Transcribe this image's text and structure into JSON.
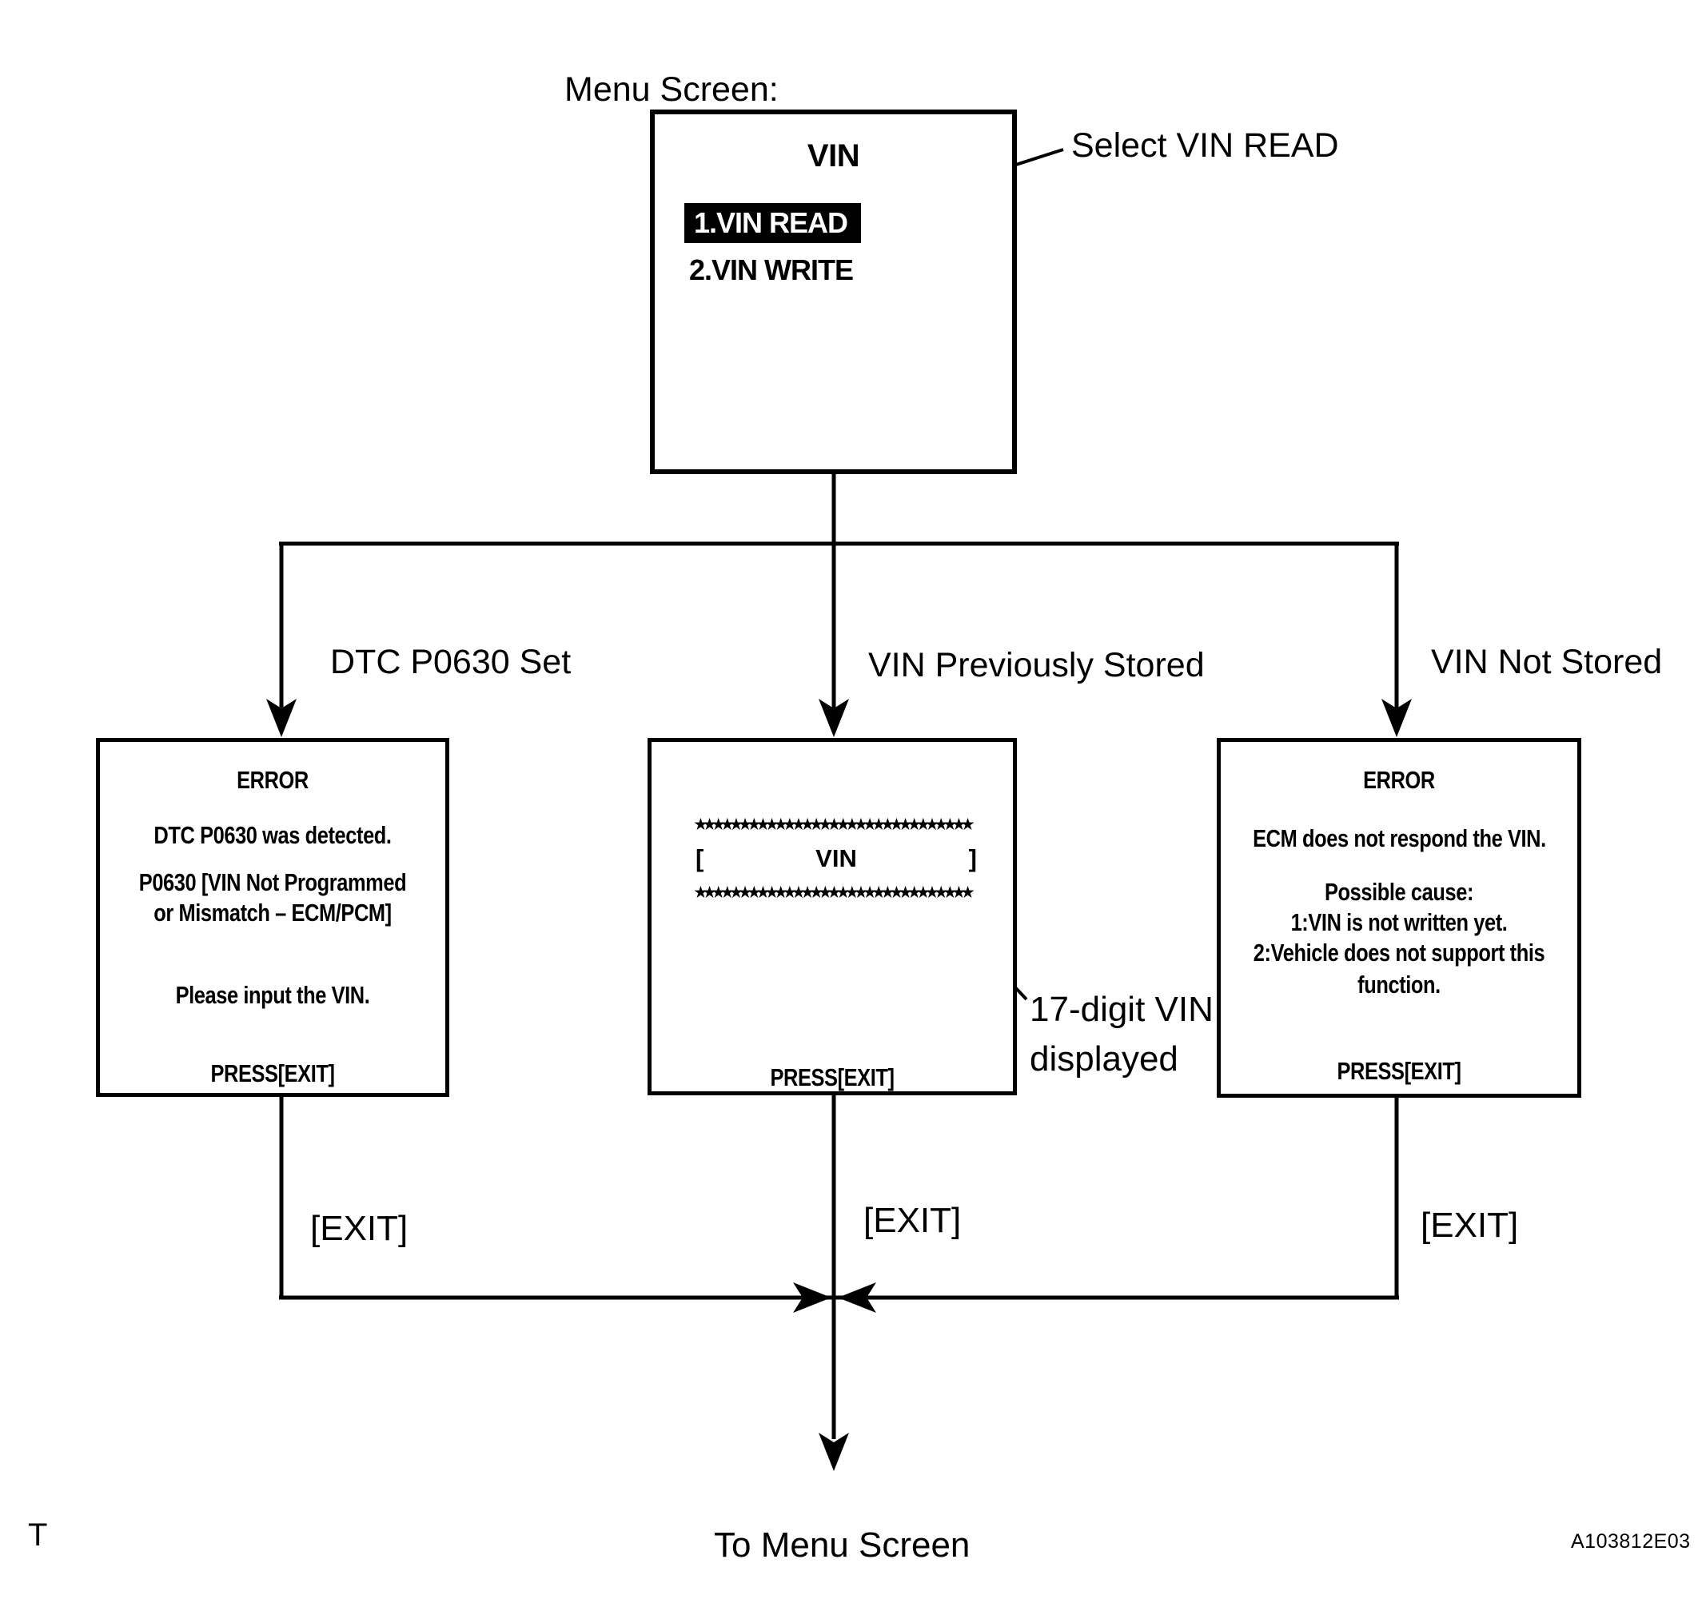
{
  "page": {
    "header_label": "Menu Screen:",
    "footer_label": "To Menu Screen",
    "page_letter": "T",
    "figure_code": "A103812E03"
  },
  "colors": {
    "ink": "#000000",
    "paper": "#ffffff",
    "highlight_bg": "#000000",
    "highlight_fg": "#ffffff"
  },
  "menu": {
    "title": "VIN",
    "item1": "1.VIN READ",
    "item2": "2.VIN WRITE",
    "callout": "Select VIN READ"
  },
  "branches": {
    "left": {
      "condition": "DTC P0630 Set",
      "exit_label": "[EXIT]",
      "screen": {
        "title": "ERROR",
        "line1": "DTC P0630 was detected.",
        "line2": "P0630  [VIN Not Programmed",
        "line3": "or Mismatch – ECM/PCM]",
        "line4": "Please input the VIN.",
        "footer": "PRESS[EXIT]"
      }
    },
    "middle": {
      "condition": "VIN Previously Stored",
      "exit_label": "[EXIT]",
      "callout_line1": "17-digit VIN",
      "callout_line2": "displayed",
      "screen": {
        "stars_top": "★★★★★★★★★★★★★★★★★★★★★★★★★★★★★★★",
        "bracket_open": "[",
        "vin_label": "VIN",
        "bracket_close": "]",
        "stars_bottom": "★★★★★★★★★★★★★★★★★★★★★★★★★★★★★★★",
        "footer": "PRESS[EXIT]"
      }
    },
    "right": {
      "condition": "VIN Not Stored",
      "exit_label": "[EXIT]",
      "screen": {
        "title": "ERROR",
        "line1": "ECM does not respond the VIN.",
        "line2": "Possible cause:",
        "line3": "1:VIN is not written yet.",
        "line4": "2:Vehicle does not support this",
        "line5": "function.",
        "footer": "PRESS[EXIT]"
      }
    }
  }
}
